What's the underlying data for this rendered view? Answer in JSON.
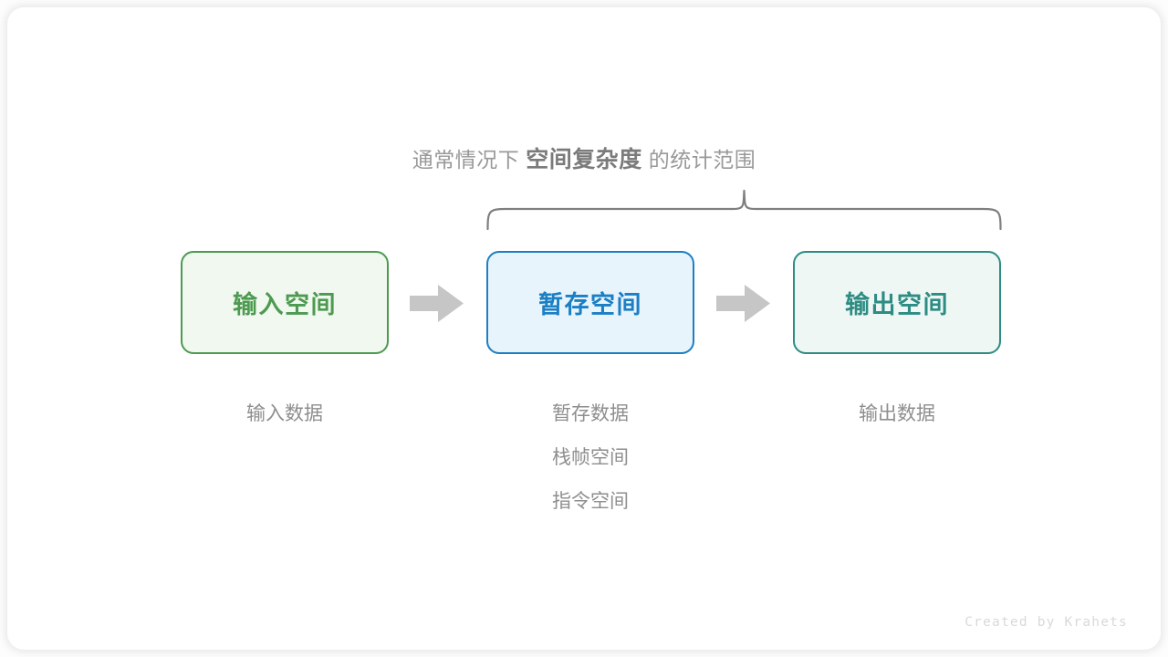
{
  "diagram": {
    "title": {
      "prefix": "通常情况下",
      "emphasis": "空间复杂度",
      "suffix": "的统计范围"
    },
    "brace": {
      "name": "scope-brace",
      "color": "#7f7f7f",
      "spans": [
        "暂存空间",
        "输出空间"
      ]
    },
    "boxes": [
      {
        "id": "input",
        "label": "输入空间",
        "border_color": "#4d9a51",
        "fill_color": "#f1f8ef",
        "text_color": "#4d9a51"
      },
      {
        "id": "temp",
        "label": "暂存空间",
        "border_color": "#1b7fc4",
        "fill_color": "#e8f4fc",
        "text_color": "#1b7fc4"
      },
      {
        "id": "output",
        "label": "输出空间",
        "border_color": "#2d8c83",
        "fill_color": "#eef7f4",
        "text_color": "#2d8c83"
      }
    ],
    "arrows": [
      {
        "id": "arrow-1",
        "from": "input",
        "to": "temp",
        "color": "#c6c6c6"
      },
      {
        "id": "arrow-2",
        "from": "temp",
        "to": "output",
        "color": "#c6c6c6"
      }
    ],
    "captions": [
      {
        "id": "input",
        "lines": [
          "输入数据"
        ]
      },
      {
        "id": "temp",
        "lines": [
          "暂存数据",
          "栈帧空间",
          "指令空间"
        ]
      },
      {
        "id": "output",
        "lines": [
          "输出数据"
        ]
      }
    ],
    "watermark": "Created by Krahets"
  }
}
